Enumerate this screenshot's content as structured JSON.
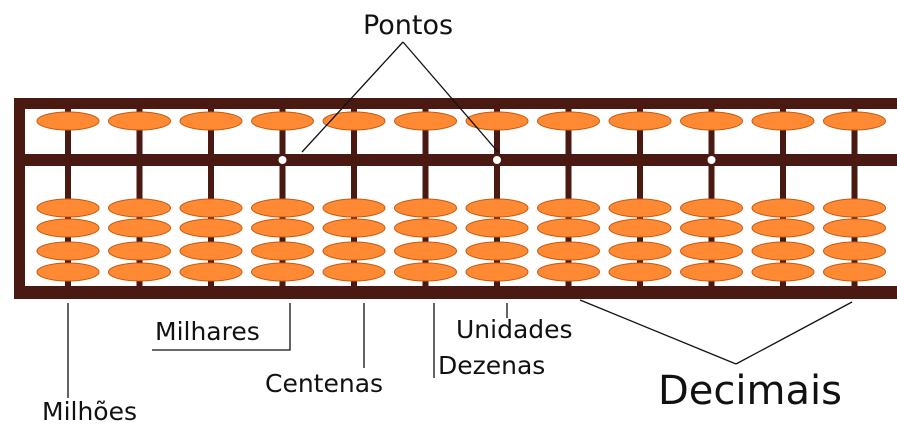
{
  "labels": {
    "pontos": "Pontos",
    "milhares": "Milhares",
    "unidades": "Unidades",
    "centenas": "Centenas",
    "dezenas": "Dezenas",
    "decimais": "Decimais",
    "milhoes": "Milhões"
  },
  "abacus": {
    "rods": 12,
    "upper_beads_per_rod": 1,
    "lower_beads_per_rod": 4,
    "unit_point_rods": [
      4,
      7,
      10
    ]
  },
  "colors": {
    "frame": "#4a1a12",
    "bead": "#ff8a33",
    "bead_outline": "#c85a10",
    "point": "#ffffff"
  }
}
